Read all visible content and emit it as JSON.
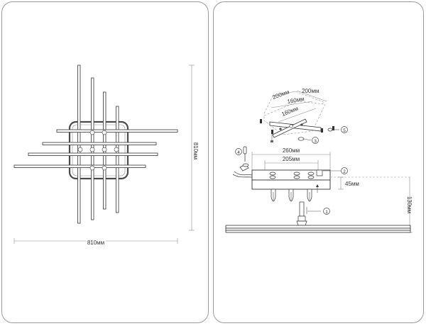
{
  "left_view": {
    "dim_width": "810мм",
    "dim_height": "810мм"
  },
  "right_view": {
    "dim_top_200a": "200мм",
    "dim_top_200b": "200мм",
    "dim_top_160a": "160мм",
    "dim_top_160b": "160мм",
    "dim_260": "260мм",
    "dim_205": "205мм",
    "dim_45": "45мм",
    "dim_130": "130мм",
    "callouts": [
      "1",
      "2",
      "3",
      "4",
      "5"
    ]
  }
}
